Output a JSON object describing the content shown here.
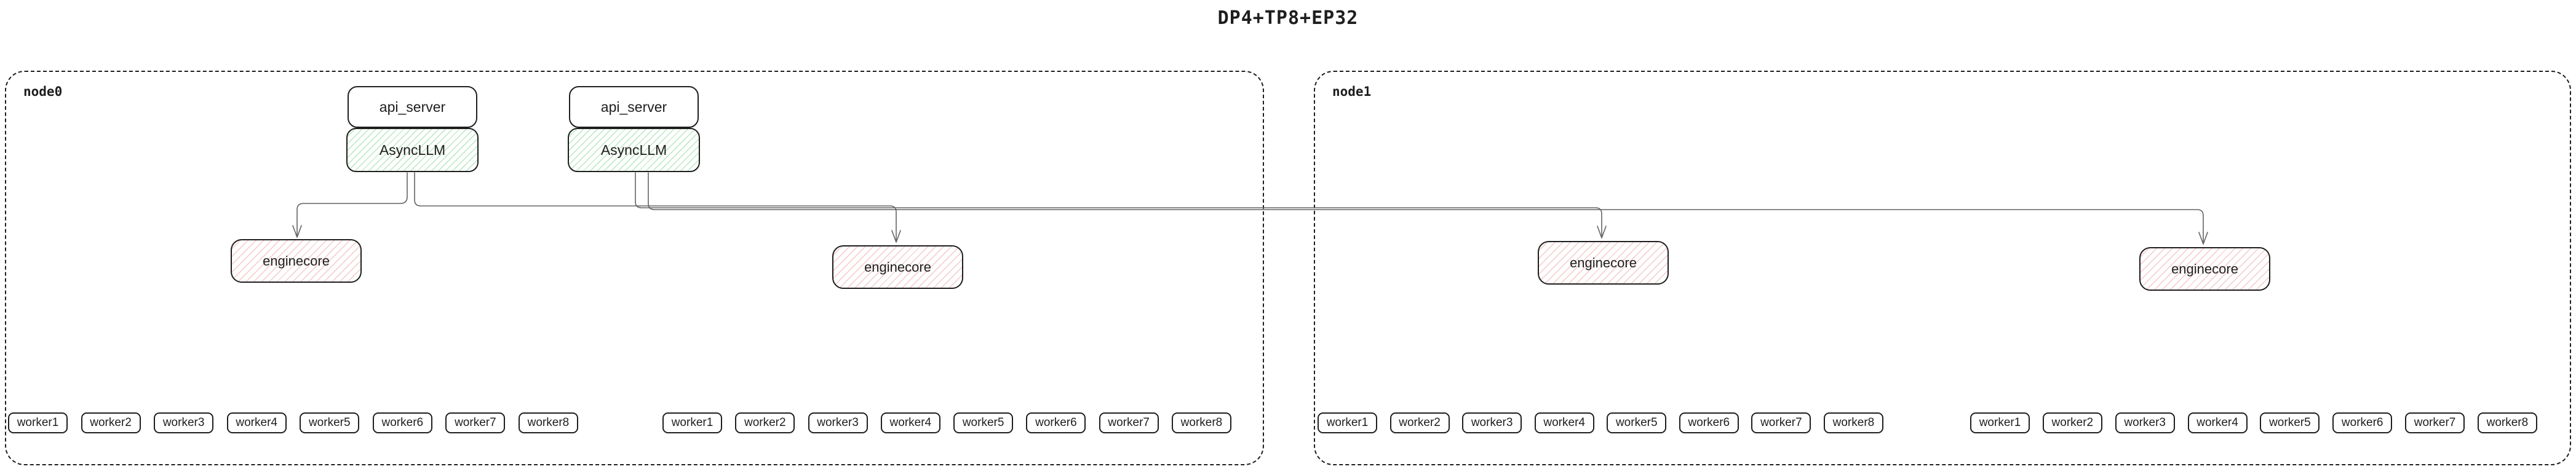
{
  "title": "DP4+TP8+EP32",
  "nodes": {
    "node0": {
      "label": "node0"
    },
    "node1": {
      "label": "node1"
    }
  },
  "stacks": [
    {
      "api_server": "api_server",
      "async_llm": "AsyncLLM"
    },
    {
      "api_server": "api_server",
      "async_llm": "AsyncLLM"
    }
  ],
  "enginecore_label": "enginecore",
  "workers": {
    "labels": [
      "worker1",
      "worker2",
      "worker3",
      "worker4",
      "worker5",
      "worker6",
      "worker7",
      "worker8"
    ]
  },
  "colors": {
    "box_border": "#1e1e1e",
    "green_hatch": "#40c057",
    "red_hatch": "#e04949",
    "connector": "#636363"
  }
}
